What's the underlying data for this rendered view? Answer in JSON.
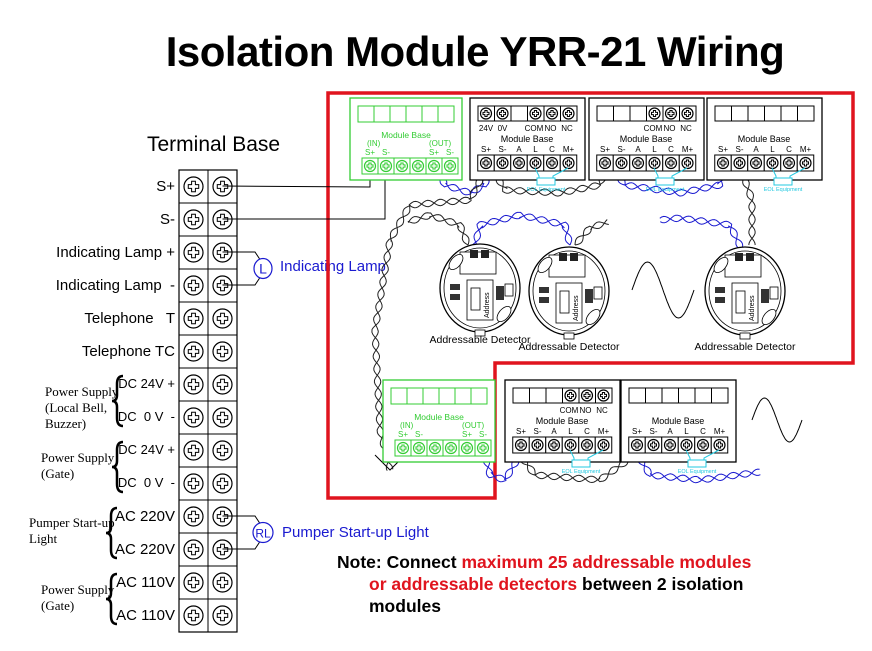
{
  "title": "Isolation Module YRR-21 Wiring",
  "terminal_base": {
    "title": "Terminal Base",
    "rows": [
      {
        "label": "S+"
      },
      {
        "label": "S-"
      },
      {
        "label": "Indicating Lamp +"
      },
      {
        "label": "Indicating Lamp  -"
      },
      {
        "label": "Telephone   T"
      },
      {
        "label": "Telephone TC"
      },
      {
        "label": "DC 24V +"
      },
      {
        "label": "DC  0 V  -"
      },
      {
        "label": "DC 24V +"
      },
      {
        "label": "DC  0 V  -"
      },
      {
        "label": "AC 220V"
      },
      {
        "label": "AC 220V"
      },
      {
        "label": "AC 110V"
      },
      {
        "label": "AC 110V"
      }
    ],
    "groups": [
      {
        "line1": "Power Supply",
        "line2": "(Local Bell,",
        "line3": "Buzzer)"
      },
      {
        "line1": "Power Supply",
        "line2": "(Gate)"
      },
      {
        "line1": "Pumper Start-up",
        "line2": "Light"
      },
      {
        "line1": "Power Supply",
        "line2": "(Gate)"
      }
    ]
  },
  "indicating_lamp": {
    "symbol": "L",
    "label": "Indicating Lamp"
  },
  "pumper_light": {
    "symbol": "RL",
    "label": "Pumper Start-up Light"
  },
  "isolation_module": {
    "title": "Module Base",
    "in_label": "(IN)",
    "out_label": "(OUT)",
    "terminals": [
      "S+",
      "S-",
      "",
      "",
      "S+",
      "S-"
    ]
  },
  "module_base": {
    "title": "Module Base",
    "terminals": [
      "S+",
      "S-",
      "A",
      "L",
      "C",
      "M+"
    ],
    "relay_labels": [
      "COM",
      "NO",
      "NC"
    ],
    "power_labels": [
      "24V",
      "0V"
    ],
    "eol_label": "EOL Equipment",
    "eol_symbol": "EOL"
  },
  "detector": {
    "label": "Addressable Detector",
    "address_label": "Address"
  },
  "note": {
    "prefix": "Note: Connect ",
    "highlight1": "maximum 25 addressable modules",
    "highlight2": "or addressable detectors",
    "suffix1": " between 2 isolation",
    "suffix2": "modules"
  },
  "colors": {
    "isolation": "#33cc33",
    "loop_border": "#e0141e",
    "wire_blue": "#1a1ad0",
    "eol": "#22c8e0",
    "note_red": "#e0141e"
  }
}
